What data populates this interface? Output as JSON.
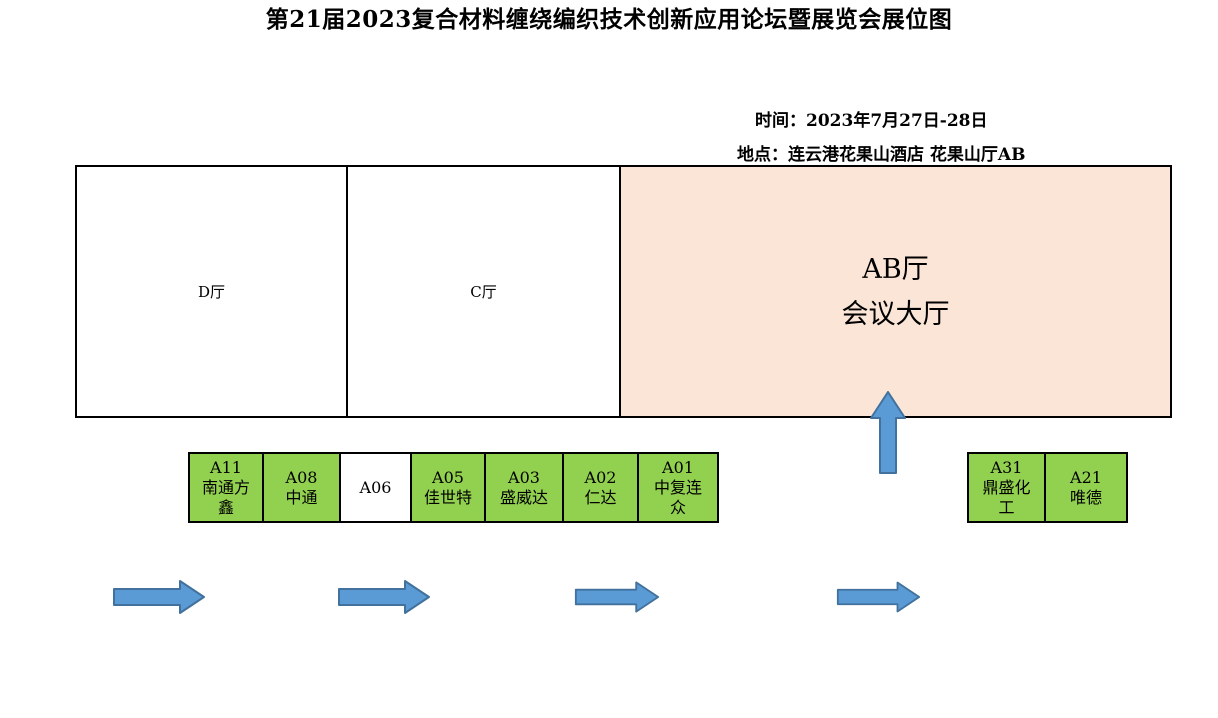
{
  "title": "第21届2023复合材料缠绕编织技术创新应用论坛暨展览会展位图",
  "meta": {
    "time": "时间：2023年7月27日-28日",
    "venue": "地点：连云港花果山酒店 花果山厅AB"
  },
  "halls": {
    "d": {
      "label": "D厅"
    },
    "c": {
      "label": "C厅"
    },
    "ab": {
      "label_line1": "AB厅",
      "label_line2": "会议大厅",
      "fill": "#FBE5D6"
    }
  },
  "booths": {
    "main_row": [
      {
        "code": "A11",
        "name": "南通方鑫",
        "fill": "#92D050"
      },
      {
        "code": "A08",
        "name": "中通",
        "fill": "#92D050"
      },
      {
        "code": "A06",
        "name": "",
        "fill": "#FFFFFF"
      },
      {
        "code": "A05",
        "name": "佳世特",
        "fill": "#92D050"
      },
      {
        "code": "A03",
        "name": "盛威达",
        "fill": "#92D050"
      },
      {
        "code": "A02",
        "name": "仁达",
        "fill": "#92D050"
      },
      {
        "code": "A01",
        "name": "中复连众",
        "fill": "#92D050"
      }
    ],
    "right_group": [
      {
        "code": "A31",
        "name": "鼎盛化工",
        "fill": "#92D050"
      },
      {
        "code": "A21",
        "name": "唯德",
        "fill": "#92D050"
      }
    ]
  },
  "icons": {
    "entrance_arrows": [
      "right-arrow",
      "right-arrow",
      "right-arrow",
      "right-arrow"
    ],
    "hall_entry_arrow": "up-arrow"
  },
  "colors": {
    "booth_green": "#92D050",
    "hall_peach": "#FBE5D6",
    "arrow_fill": "#5B9BD5",
    "arrow_stroke": "#41719C",
    "line_black": "#000000"
  }
}
